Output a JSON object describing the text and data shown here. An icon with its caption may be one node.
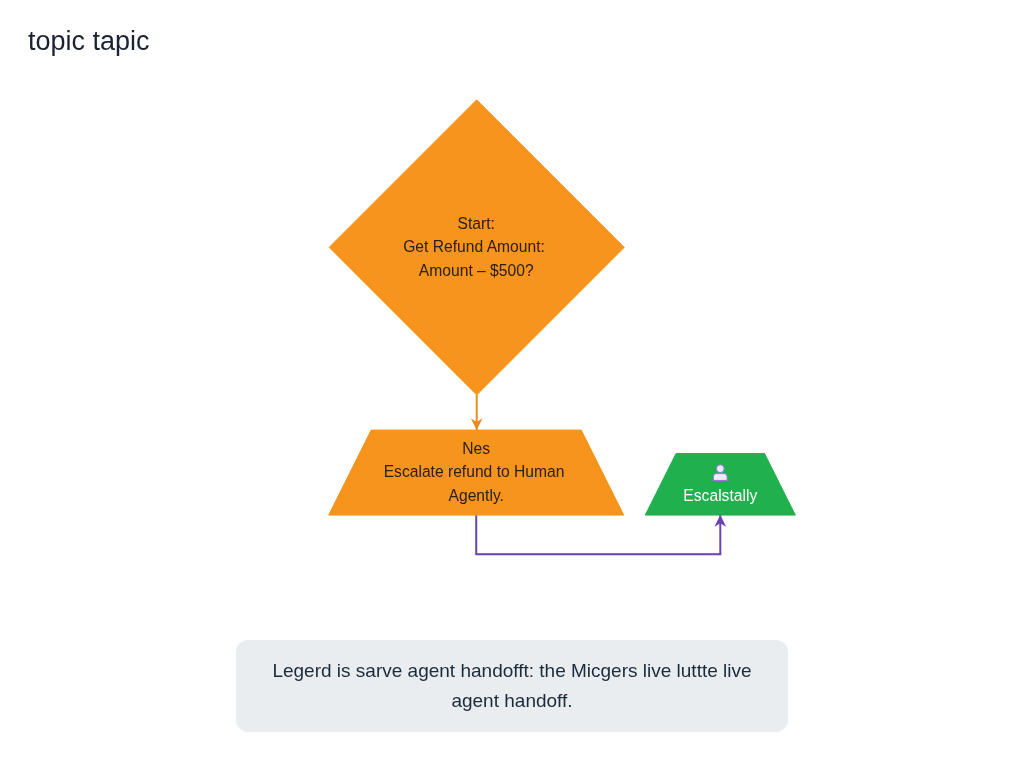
{
  "diagram": {
    "title": "topic tapic",
    "nodes": [
      {
        "text": [
          "Start:",
          "Get Refund Amount: Amount – $500?"
        ]
      },
      {
        "text": [
          "Nes",
          "Escalate refund to Human Agently."
        ]
      },
      {
        "text": [
          "Escalstally"
        ]
      }
    ],
    "edges": [
      {
        "from": 0,
        "to": 1,
        "arrow": "to",
        "color": "#e8891c"
      },
      {
        "from": 1,
        "to": 2,
        "arrow": "to",
        "color": "#6a3fb0"
      }
    ],
    "caption": "Legerd is sarve agent handofft: the Micgers live luttte live agent handoff."
  }
}
